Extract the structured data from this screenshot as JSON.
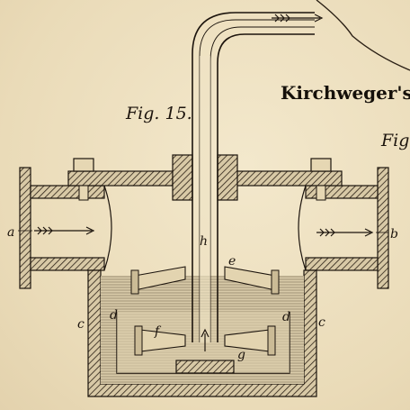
{
  "title_text": "Kirchweger's",
  "fig_label": "Fig. 15.",
  "fig_label_partial": "Fig",
  "labels": {
    "a": "a",
    "b": "b",
    "c_left": "c",
    "c_right": "c",
    "d_left": "d",
    "d_right": "d",
    "e": "e",
    "f": "f",
    "g": "g",
    "h": "h"
  },
  "colors": {
    "paper": "#efe3c4",
    "ink": "#1c140d",
    "water": "#cdbf9e",
    "hatch": "#2a1f14"
  }
}
